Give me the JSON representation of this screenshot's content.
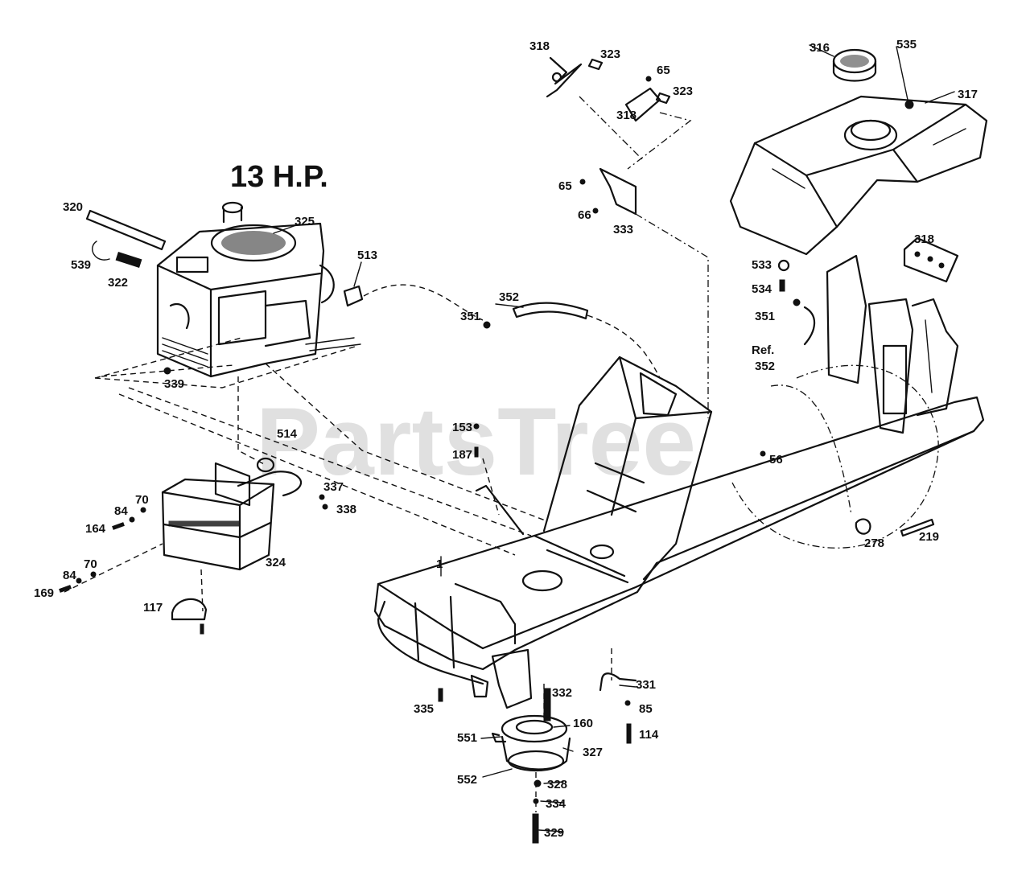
{
  "diagram": {
    "title": "13 H.P.",
    "watermark": "PartsTree",
    "parts": {
      "p1": "1",
      "p56": "56",
      "p65a": "65",
      "p65b": "65",
      "p66": "66",
      "p70a": "70",
      "p70b": "70",
      "p84a": "84",
      "p84b": "84",
      "p85": "85",
      "p114": "114",
      "p117": "117",
      "p153": "153",
      "p160": "160",
      "p164": "164",
      "p169": "169",
      "p187": "187",
      "p219": "219",
      "p278": "278",
      "p316": "316",
      "p317": "317",
      "p318a": "318",
      "p318b": "318",
      "p318c": "318",
      "p320": "320",
      "p322": "322",
      "p323a": "323",
      "p323b": "323",
      "p324": "324",
      "p325": "325",
      "p327": "327",
      "p328": "328",
      "p329": "329",
      "p331": "331",
      "p332": "332",
      "p333": "333",
      "p334": "334",
      "p335": "335",
      "p337": "337",
      "p338": "338",
      "p339": "339",
      "p351a": "351",
      "p351b": "351",
      "p352": "352",
      "p352ref_a": "Ref.",
      "p352ref_b": "352",
      "p513": "513",
      "p514": "514",
      "p533": "533",
      "p534": "534",
      "p535": "535",
      "p539": "539",
      "p551": "551",
      "p552": "552"
    }
  }
}
